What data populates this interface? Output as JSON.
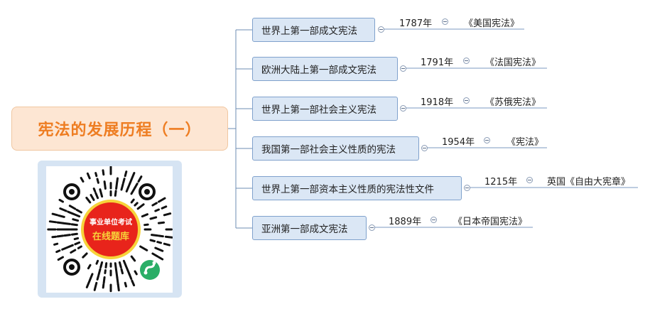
{
  "root": {
    "title": "宪法的发展历程（一）"
  },
  "branches": [
    {
      "label": "世界上第一部成文宪法",
      "year": "1787年",
      "name": "《美国宪法》"
    },
    {
      "label": "欧洲大陆上第一部成文宪法",
      "year": "1791年",
      "name": "《法国宪法》"
    },
    {
      "label": "世界上第一部社会主义宪法",
      "year": "1918年",
      "name": "《苏俄宪法》"
    },
    {
      "label": "我国第一部社会主义性质的宪法",
      "year": "1954年",
      "name": "《宪法》"
    },
    {
      "label": "世界上第一部资本主义性质的宪法性文件",
      "year": "1215年",
      "name": "英国《自由大宪章》"
    },
    {
      "label": "亚洲第一部成文宪法",
      "year": "1889年",
      "name": "《日本帝国宪法》"
    }
  ],
  "qr": {
    "line1": "事业单位考试",
    "line2": "在线题库",
    "icon": "mini-program-icon",
    "colors": {
      "red": "#e8241b",
      "yellow": "#f7d33a",
      "green": "#2aae67",
      "frame": "#d6e4f3"
    }
  }
}
